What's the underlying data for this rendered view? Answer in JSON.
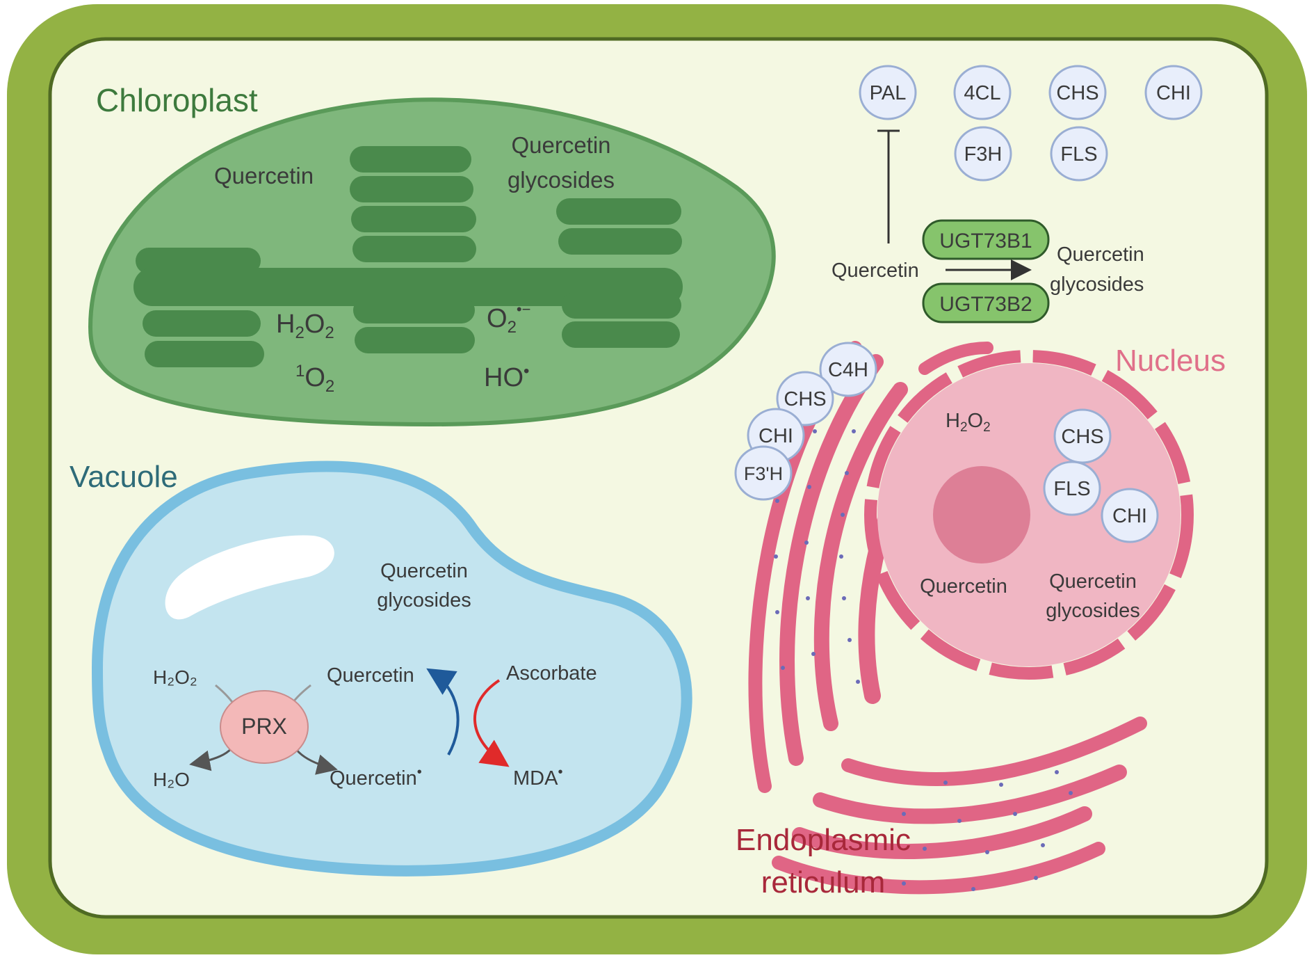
{
  "colors": {
    "cell_wall": "#93b244",
    "cytoplasm": "#f4f8e2",
    "chloroplast": "#7fb77c",
    "thylakoid": "#4a8a4c",
    "vacuole": "#c3e4ef",
    "vacuole_border": "#79bfe0",
    "nucleus": "#f0b6c3",
    "nucleolus": "#dd7f96",
    "er": "#e06585",
    "enzyme_fill": "#e8eefb",
    "enzyme_border": "#9aaed3",
    "ugt_fill": "#86c46c",
    "prx_fill": "#f3b8b8"
  },
  "chloroplast": {
    "title": "Chloroplast",
    "quercetin": "Quercetin",
    "glycosides_line1": "Quercetin",
    "glycosides_line2": "glycosides",
    "h2o2": "H",
    "h2o2_sub1": "2",
    "h2o2_o": "O",
    "h2o2_sub2": "2",
    "singlet_sup": "1",
    "singlet_o": "O",
    "singlet_sub": "2",
    "superoxide_o": "O",
    "superoxide_sub": "2",
    "superoxide_sup": "•−",
    "hydroxyl": "HO",
    "hydroxyl_sup": "•"
  },
  "enzymes_top": {
    "row1": [
      "PAL",
      "4CL",
      "CHS",
      "CHI"
    ],
    "row2": [
      "F3H",
      "FLS"
    ]
  },
  "ugt": {
    "ugt1": "UGT73B1",
    "ugt2": "UGT73B2",
    "substrate": "Quercetin",
    "product_line1": "Quercetin",
    "product_line2": "glycosides"
  },
  "vacuole": {
    "title": "Vacuole",
    "glycosides_line1": "Quercetin",
    "glycosides_line2": "glycosides",
    "h2o2": "H₂O₂",
    "h2o": "H₂O",
    "prx": "PRX",
    "quercetin": "Quercetin",
    "quercetin_radical": "Quercetin",
    "ascorbate": "Ascorbate",
    "mda": "MDA"
  },
  "nucleus": {
    "title": "Nucleus",
    "h2o2_h": "H",
    "h2o2_sub1": "2",
    "h2o2_o": "O",
    "h2o2_sub2": "2",
    "quercetin": "Quercetin",
    "glycosides_line1": "Quercetin",
    "glycosides_line2": "glycosides",
    "enzymes": [
      "CHS",
      "FLS",
      "CHI"
    ]
  },
  "er": {
    "title_line1": "Endoplasmic",
    "title_line2": "reticulum",
    "enzymes": [
      "C4H",
      "CHS",
      "CHI",
      "F3'H"
    ]
  }
}
